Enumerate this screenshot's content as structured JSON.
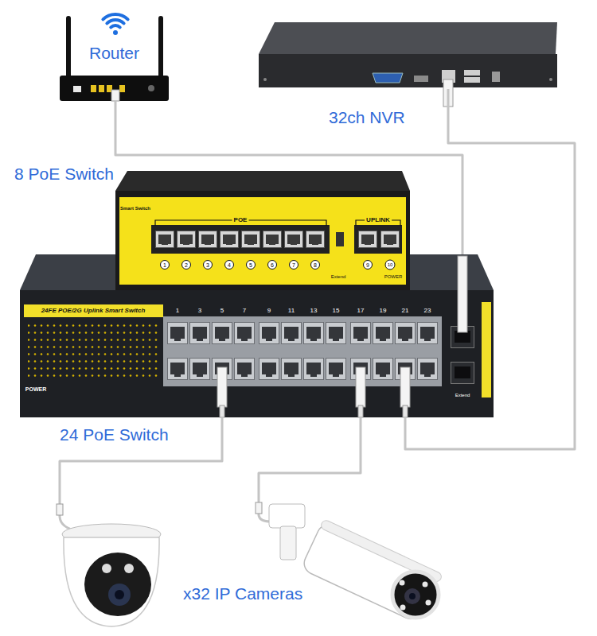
{
  "diagram": {
    "nodes": [
      {
        "text": [
          "Router"
        ]
      },
      {
        "text": [
          "32ch NVR"
        ]
      },
      {
        "text": [
          "8 PoE Switch"
        ]
      },
      {
        "text": [
          "24 PoE Switch"
        ]
      },
      {
        "text": [
          "x32 IP Cameras"
        ]
      }
    ],
    "edges": [
      {
        "from": 0,
        "to": 3,
        "arrow": "none"
      },
      {
        "from": 1,
        "to": 3,
        "arrow": "none"
      },
      {
        "from": 3,
        "to": 4,
        "arrow": "none"
      },
      {
        "from": 3,
        "to": 4,
        "arrow": "none"
      }
    ],
    "labels": [
      "Smart Switch",
      "POE",
      "UPLINK",
      "1",
      "2",
      "3",
      "4",
      "5",
      "6",
      "7",
      "8",
      "9",
      "10",
      "Extend",
      "POWER",
      "24FE POE/2G Uplink Smart Switch",
      "1",
      "3",
      "5",
      "7",
      "9",
      "11",
      "13",
      "15",
      "17",
      "19",
      "21",
      "23",
      "POWER",
      "Extend"
    ]
  }
}
